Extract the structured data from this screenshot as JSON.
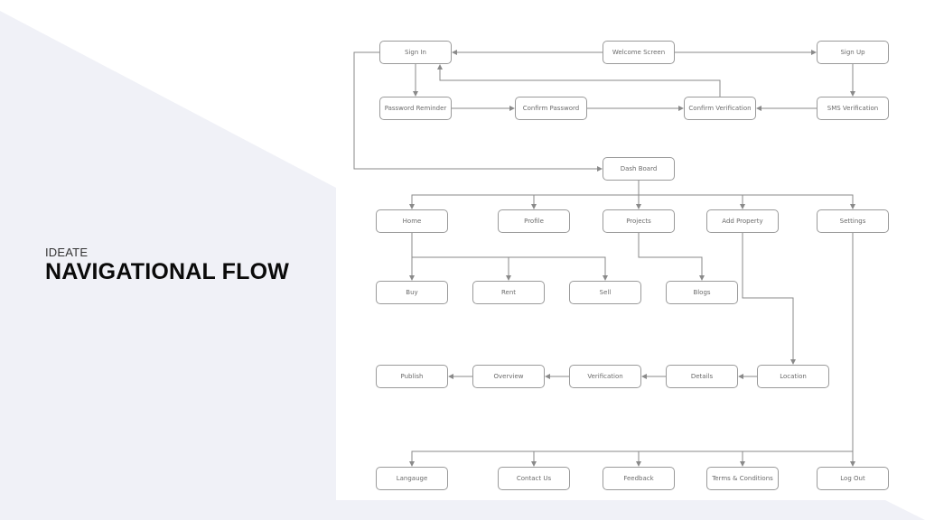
{
  "heading": {
    "eyebrow": "IDEATE",
    "title": "NAVIGATIONAL FLOW"
  },
  "colors": {
    "background": "#f0f1f7",
    "panel": "#ffffff",
    "line": "#8a8a8a"
  },
  "nodes": {
    "sign_in": "Sign In",
    "welcome": "Welcome Screen",
    "sign_up": "Sign Up",
    "password_reminder": "Password Reminder",
    "confirm_password": "Confirm Password",
    "confirm_verification": "Confirm Verification",
    "sms_verification": "SMS Verification",
    "dashboard": "Dash Board",
    "home": "Home",
    "profile": "Profile",
    "projects": "Projects",
    "add_property": "Add Property",
    "settings": "Settings",
    "buy": "Buy",
    "rent": "Rent",
    "sell": "Sell",
    "blogs": "Blogs",
    "publish": "Publish",
    "overview": "Overview",
    "verification": "Verification",
    "details": "Details",
    "location": "Location",
    "language": "Langauge",
    "contact_us": "Contact Us",
    "feedback": "Feedback",
    "terms": "Terms & Conditions",
    "log_out": "Log Out"
  }
}
